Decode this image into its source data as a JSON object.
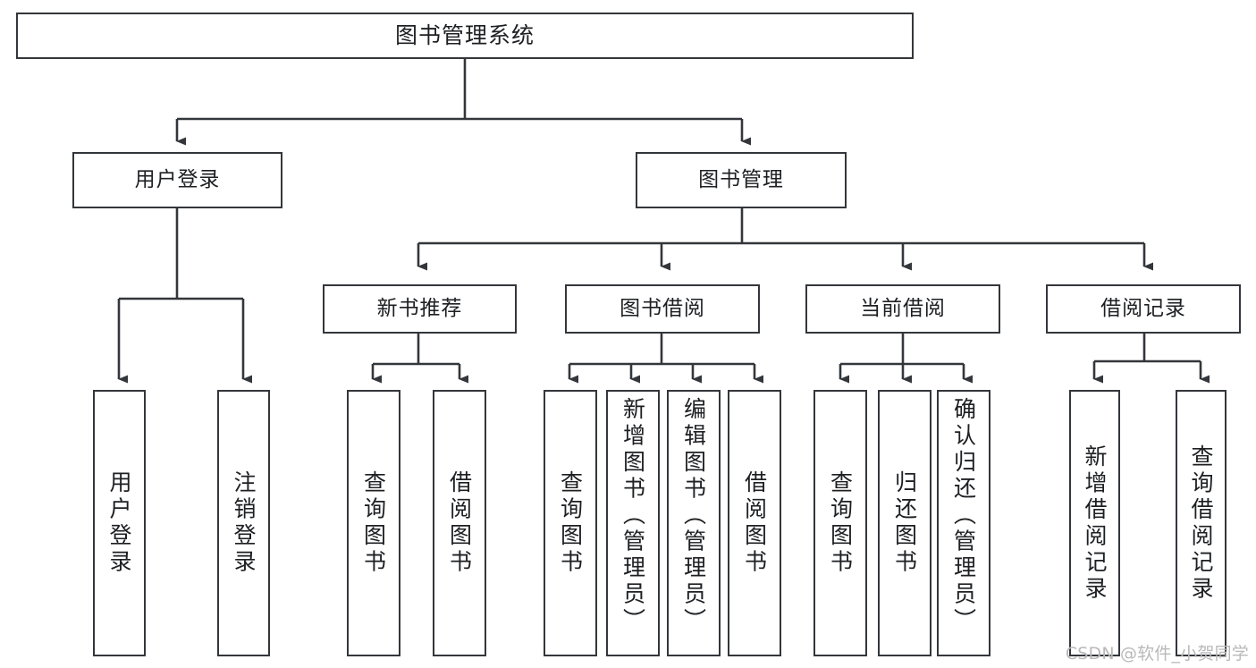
{
  "diagram": {
    "type": "tree-hierarchy-chart",
    "title": "图书管理系统",
    "stroke_color": "#33363a",
    "fill_color": "#ffffff",
    "text_color": "#1d1f22",
    "root": {
      "label": "图书管理系统"
    },
    "level2": [
      {
        "label": "用户登录"
      },
      {
        "label": "图书管理"
      }
    ],
    "level3": [
      {
        "label": "新书推荐"
      },
      {
        "label": "图书借阅"
      },
      {
        "label": "当前借阅"
      },
      {
        "label": "借阅记录"
      }
    ],
    "leaves": {
      "user_login": [
        {
          "label": "用户登录"
        },
        {
          "label": "注销登录"
        }
      ],
      "new_book_recommend": [
        {
          "label": "查询图书"
        },
        {
          "label": "借阅图书"
        }
      ],
      "book_borrow": [
        {
          "label": "查询图书"
        },
        {
          "label": "新增图书（管理员）"
        },
        {
          "label": "编辑图书（管理员）"
        },
        {
          "label": "借阅图书"
        }
      ],
      "current_borrow": [
        {
          "label": "查询图书"
        },
        {
          "label": "归还图书"
        },
        {
          "label": "确认归还（管理员）"
        }
      ],
      "borrow_record": [
        {
          "label": "新增借阅记录"
        },
        {
          "label": "查询借阅记录"
        }
      ]
    }
  },
  "watermark": {
    "text": "CSDN @软件_小贺同学"
  }
}
